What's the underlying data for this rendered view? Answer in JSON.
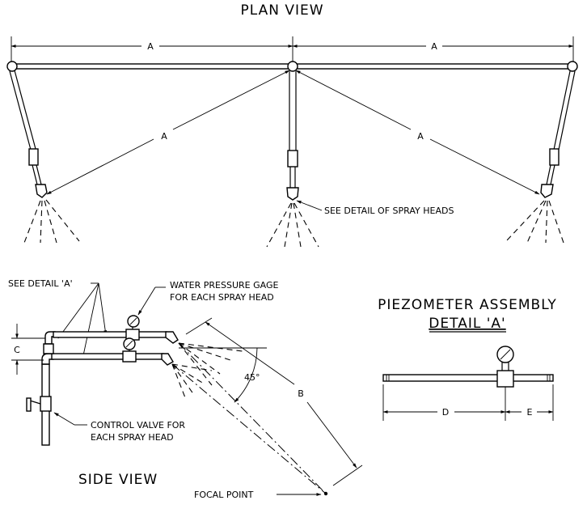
{
  "plan": {
    "title": "PLAN VIEW",
    "dim_a": "A",
    "spray_note": "SEE DETAIL OF SPRAY HEADS"
  },
  "side": {
    "title": "SIDE VIEW",
    "detail_note": "SEE DETAIL 'A'",
    "gage_note_line1": "WATER PRESSURE GAGE",
    "gage_note_line2": "FOR EACH SPRAY HEAD",
    "valve_note_line1": "CONTROL VALVE FOR",
    "valve_note_line2": "EACH SPRAY HEAD",
    "dim_c": "C",
    "dim_b": "B",
    "angle": "45°",
    "focal": "FOCAL POINT"
  },
  "piezo": {
    "title": "PIEZOMETER ASSEMBLY",
    "subtitle": "DETAIL 'A'",
    "dim_d": "D",
    "dim_e": "E"
  }
}
